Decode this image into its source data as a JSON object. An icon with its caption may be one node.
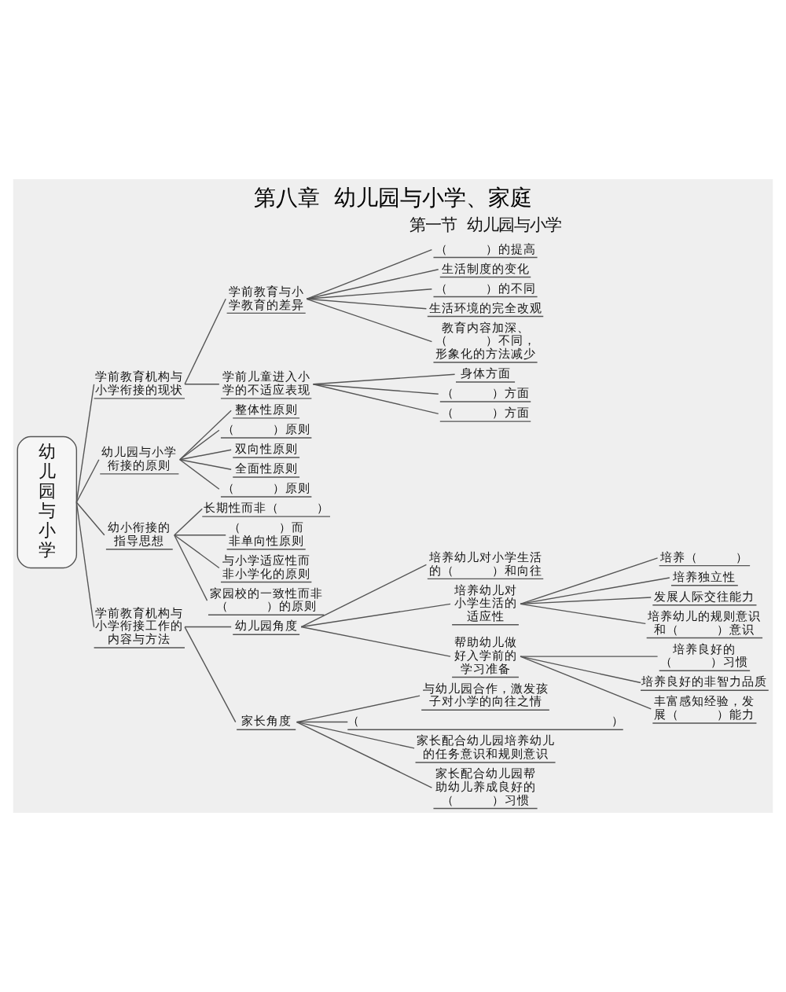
{
  "diagram": {
    "title": "第八章  幼儿园与小学、家庭",
    "nodes": [
      {
        "text": [
          "幼儿园与小学"
        ]
      },
      {
        "text": [
          "学前教育机构与小学衔接的现状"
        ]
      },
      {
        "text": [
          "学前教育与小学教育的差异"
        ]
      },
      {
        "text": [
          "（　　　）的提高"
        ]
      },
      {
        "text": [
          "生活制度的变化"
        ]
      },
      {
        "text": [
          "（　　　）的不同"
        ]
      },
      {
        "text": [
          "生活环境的完全改观"
        ]
      },
      {
        "text": [
          "教育内容加深、（　　　）不同，形象化的方法减少"
        ]
      },
      {
        "text": [
          "学前儿童进入小学的不适应表现"
        ]
      },
      {
        "text": [
          "身体方面"
        ]
      },
      {
        "text": [
          "（　　　）方面"
        ]
      },
      {
        "text": [
          "（　　　）方面"
        ]
      },
      {
        "text": [
          "幼儿园与小学衔接的原则"
        ]
      },
      {
        "text": [
          "整体性原则"
        ]
      },
      {
        "text": [
          "（　　　）原则"
        ]
      },
      {
        "text": [
          "双向性原则"
        ]
      },
      {
        "text": [
          "全面性原则"
        ]
      },
      {
        "text": [
          "（　　　）原则"
        ]
      },
      {
        "text": [
          "幼小衔接的指导思想"
        ]
      },
      {
        "text": [
          "长期性而非（　　　）"
        ]
      },
      {
        "text": [
          "（　　　）而非单向性原则"
        ]
      },
      {
        "text": [
          "与小学适应性而非小学化的原则"
        ]
      },
      {
        "text": [
          "家园校的一致性而非（　　　）的原则"
        ]
      },
      {
        "text": [
          "学前教育机构与小学衔接工作的内容与方法"
        ]
      },
      {
        "text": [
          "幼儿园角度"
        ]
      },
      {
        "text": [
          "培养幼儿对小学生活的（　　　）和向往"
        ]
      },
      {
        "text": [
          "培养幼儿对小学生活的适应性"
        ]
      },
      {
        "text": [
          "培养（　　　）"
        ]
      },
      {
        "text": [
          "培养独立性"
        ]
      },
      {
        "text": [
          "发展人际交往能力"
        ]
      },
      {
        "text": [
          "培养幼儿的规则意识和（　　　）意识"
        ]
      },
      {
        "text": [
          "帮助幼儿做好入学前的学习准备"
        ]
      },
      {
        "text": [
          "培养良好的（　　　）习惯"
        ]
      },
      {
        "text": [
          "培养良好的非智力品质"
        ]
      },
      {
        "text": [
          "丰富感知经验，发展（　　　）能力"
        ]
      },
      {
        "text": [
          "家长角度"
        ]
      },
      {
        "text": [
          "与幼儿园合作，激发孩子对小学的向往之情"
        ]
      },
      {
        "text": [
          "（　　　　　　　　　　　　　　　　　　　　）"
        ]
      },
      {
        "text": [
          "家长配合幼儿园培养幼儿的任务意识和规则意识"
        ]
      },
      {
        "text": [
          "家长配合幼儿园帮助幼儿养成良好的（　　　）习惯"
        ]
      }
    ],
    "edges": [
      {
        "from": 0,
        "to": 1,
        "arrow": "none"
      },
      {
        "from": 1,
        "to": 2,
        "arrow": "none"
      },
      {
        "from": 2,
        "to": 3,
        "arrow": "none"
      },
      {
        "from": 2,
        "to": 4,
        "arrow": "none"
      },
      {
        "from": 2,
        "to": 5,
        "arrow": "none"
      },
      {
        "from": 2,
        "to": 6,
        "arrow": "none"
      },
      {
        "from": 2,
        "to": 7,
        "arrow": "none"
      },
      {
        "from": 1,
        "to": 8,
        "arrow": "none"
      },
      {
        "from": 8,
        "to": 9,
        "arrow": "none"
      },
      {
        "from": 8,
        "to": 10,
        "arrow": "none"
      },
      {
        "from": 8,
        "to": 11,
        "arrow": "none"
      },
      {
        "from": 0,
        "to": 12,
        "arrow": "none"
      },
      {
        "from": 12,
        "to": 13,
        "arrow": "none"
      },
      {
        "from": 12,
        "to": 14,
        "arrow": "none"
      },
      {
        "from": 12,
        "to": 15,
        "arrow": "none"
      },
      {
        "from": 12,
        "to": 16,
        "arrow": "none"
      },
      {
        "from": 12,
        "to": 17,
        "arrow": "none"
      },
      {
        "from": 0,
        "to": 18,
        "arrow": "none"
      },
      {
        "from": 18,
        "to": 19,
        "arrow": "none"
      },
      {
        "from": 18,
        "to": 20,
        "arrow": "none"
      },
      {
        "from": 18,
        "to": 21,
        "arrow": "none"
      },
      {
        "from": 18,
        "to": 22,
        "arrow": "none"
      },
      {
        "from": 0,
        "to": 23,
        "arrow": "none"
      },
      {
        "from": 23,
        "to": 24,
        "arrow": "none"
      },
      {
        "from": 24,
        "to": 25,
        "arrow": "none"
      },
      {
        "from": 24,
        "to": 26,
        "arrow": "none"
      },
      {
        "from": 26,
        "to": 27,
        "arrow": "none"
      },
      {
        "from": 26,
        "to": 28,
        "arrow": "none"
      },
      {
        "from": 26,
        "to": 29,
        "arrow": "none"
      },
      {
        "from": 26,
        "to": 30,
        "arrow": "none"
      },
      {
        "from": 24,
        "to": 31,
        "arrow": "none"
      },
      {
        "from": 31,
        "to": 32,
        "arrow": "none"
      },
      {
        "from": 31,
        "to": 33,
        "arrow": "none"
      },
      {
        "from": 31,
        "to": 34,
        "arrow": "none"
      },
      {
        "from": 23,
        "to": 35,
        "arrow": "none"
      },
      {
        "from": 35,
        "to": 36,
        "arrow": "none"
      },
      {
        "from": 35,
        "to": 37,
        "arrow": "none"
      },
      {
        "from": 35,
        "to": 38,
        "arrow": "none"
      },
      {
        "from": 35,
        "to": 39,
        "arrow": "none"
      }
    ],
    "labels": [
      "第一节  幼儿园与小学"
    ]
  }
}
